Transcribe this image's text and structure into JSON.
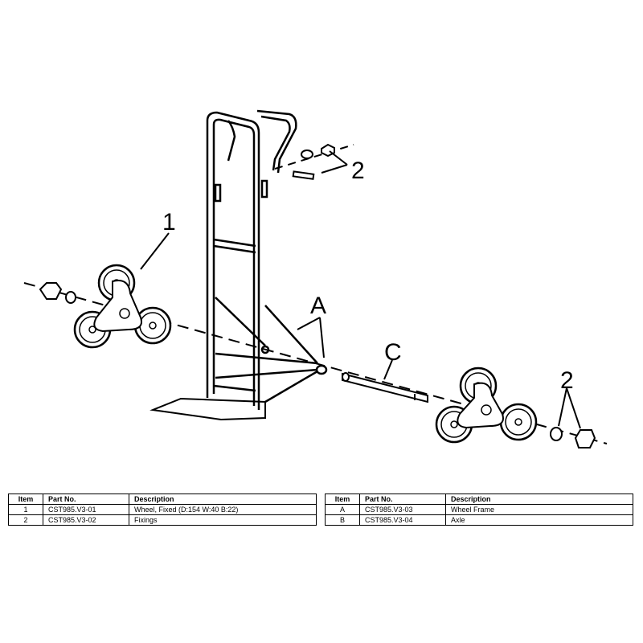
{
  "callouts": {
    "wheel_left": "1",
    "fixings_top": "2",
    "fixings_right": "2",
    "frame": "A",
    "axle": "C"
  },
  "tables": {
    "headers": [
      "Item",
      "Part No.",
      "Description"
    ],
    "left_rows": [
      {
        "item": "1",
        "part": "CST985.V3-01",
        "desc": "Wheel, Fixed (D:154 W:40 B:22)"
      },
      {
        "item": "2",
        "part": "CST985.V3-02",
        "desc": "Fixings"
      }
    ],
    "right_rows": [
      {
        "item": "A",
        "part": "CST985.V3-03",
        "desc": "Wheel Frame"
      },
      {
        "item": "B",
        "part": "CST985.V3-04",
        "desc": "Axle"
      }
    ]
  }
}
